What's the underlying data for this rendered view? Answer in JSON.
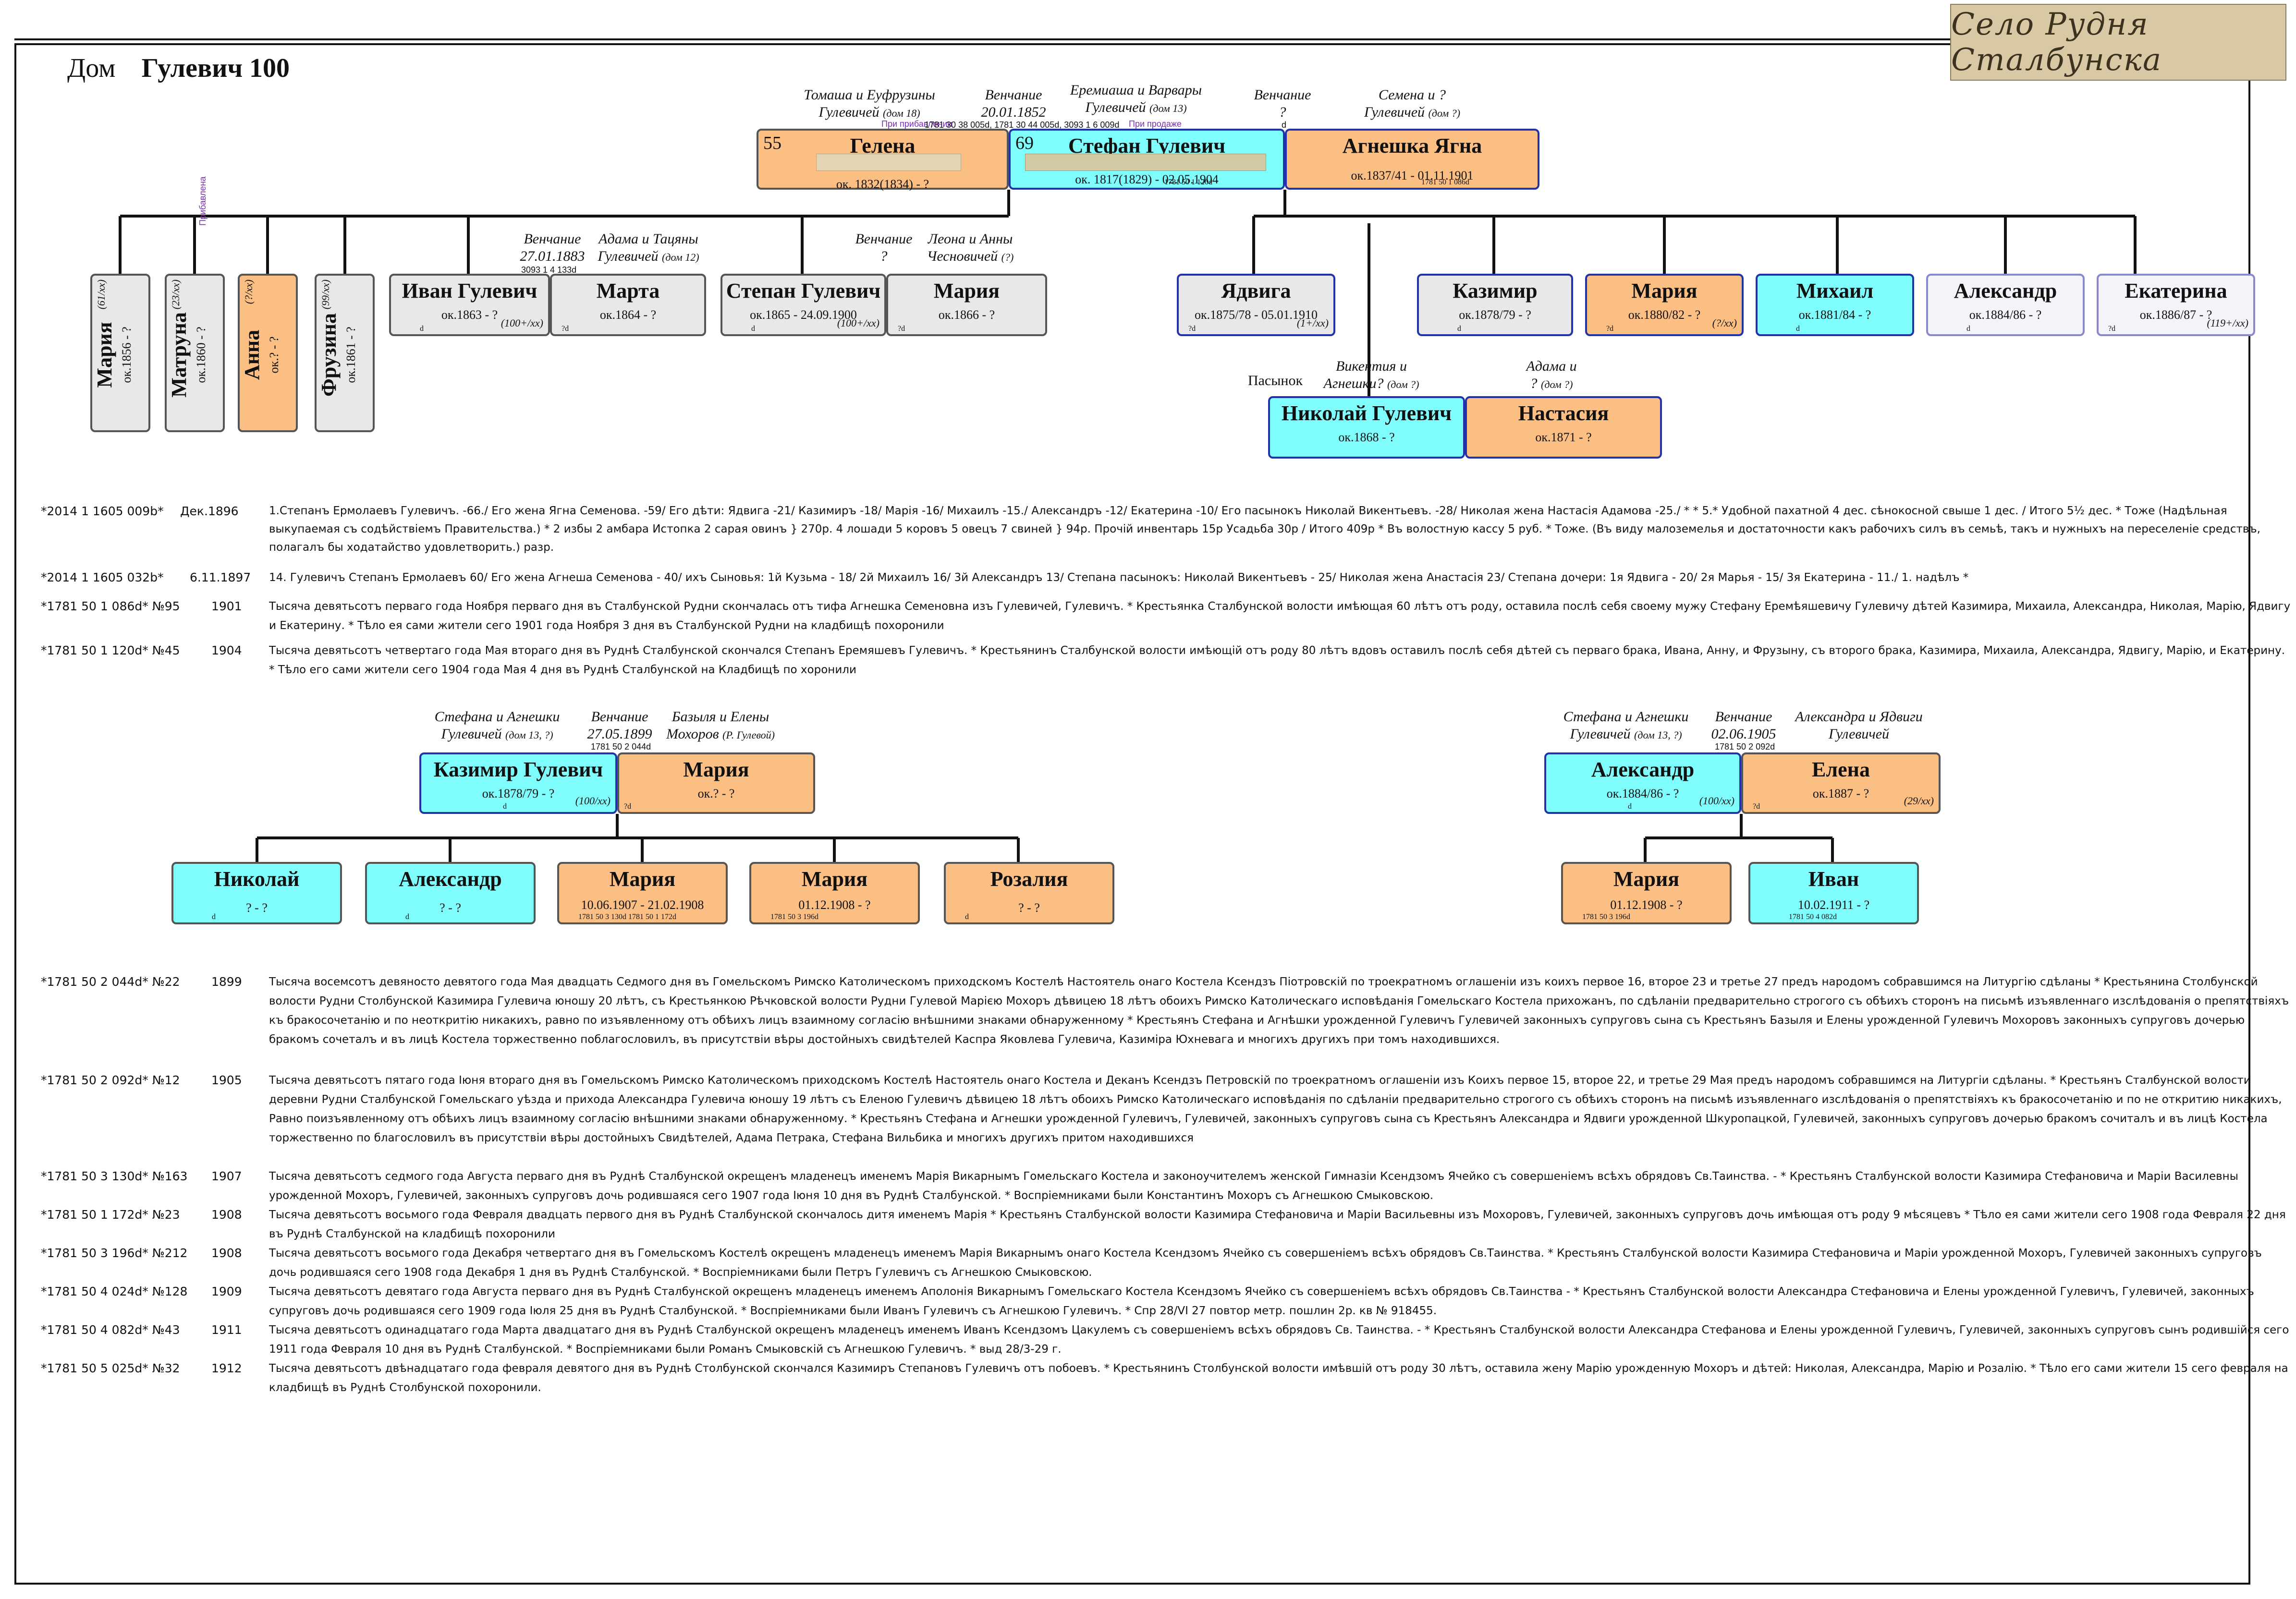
{
  "stamp": "Село Рудня Сталбунска",
  "house": {
    "label": "Дом",
    "name": "Гулевич 100"
  },
  "captions": {
    "gelena_parents": "Томаша и Еуфрузины",
    "gelena_parents2": "Гулевичей",
    "gelena_parents_ref": "(дом 18)",
    "wed1": "Венчание",
    "wed1_date": "20.01.1852",
    "wed1_note": "При прибавлении",
    "wed1_refs": "1781 30 38 005d, 1781 30 44 005d, 3093 1 6 009d",
    "stefan_parents": "Еремиаша и Варвары",
    "stefan_parents2": "Гулевичей",
    "stefan_parents_ref": "(дом 13)",
    "stefan_note": "При продаже",
    "wed2": "Венчание",
    "wed2_date": "?",
    "agn_parents": "Семена и ?",
    "agn_parents2": "Гулевичей",
    "agn_parents_ref": "(дом ?)",
    "d": "d",
    "ivan_wed": "Венчание",
    "ivan_wed_date": "27.01.1883",
    "ivan_wed_ref": "3093 1 4 133d",
    "marta_parents": "Адама и Тацяны",
    "marta_parents2": "Гулевичей",
    "marta_parents_ref": "(дом 12)",
    "stepan_wed": "Венчание",
    "stepan_wed_date": "?",
    "maria2_parents": "Леона и Анны",
    "maria2_parents2": "Чесновичей",
    "maria2_parents_ref": "(?)",
    "pasynok": "Пасынок",
    "nik_parents": "Викентия и",
    "nik_parents2": "Агнешки?",
    "nik_parents_ref": "(дом ?)",
    "nast_parents": "Адама и",
    "nast_parents2": "?",
    "nast_parents_ref": "(дом ?)",
    "pribavlena": "Прибавлена",
    "kaz_parents": "Стефана и Агнешки",
    "kaz_parents2": "Гулевичей",
    "kaz_parents_ref": "(дом 13, ?)",
    "kaz_wed": "Венчание",
    "kaz_wed_date": "27.05.1899",
    "kaz_wed_ref": "1781 50 2 044d",
    "km_parents": "Базыля и Елены",
    "km_parents2": "Мохоров",
    "km_parents_ref": "(Р. Гулевой)",
    "al_parents": "Стефана и Агнешки",
    "al_parents2": "Гулевичей",
    "al_parents_ref": "(дом 13, ?)",
    "al_wed": "Венчание",
    "al_wed_date": "02.06.1905",
    "al_wed_ref": "1781 50 2 092d",
    "el_parents": "Александра и Ядвиги",
    "el_parents2": "Гулевичей"
  },
  "persons": {
    "gelena": {
      "num": "55",
      "name": "Гелена",
      "date": "ок. 1832(1834) - ?"
    },
    "stefan": {
      "num": "69",
      "name": "Стефан Гулевич",
      "date": "ок. 1817(1829) - 02.05.1904",
      "ref": "1781 50 1 120d"
    },
    "agneshka": {
      "name": "Агнешка Ягна",
      "date": "ок.1837/41 - 01.11.1901",
      "ref": "1781 50 1 086d"
    },
    "mariya1": {
      "name": "Мария",
      "date": "ок.1856 - ?",
      "age": "(61/xx)",
      "ref": "?d"
    },
    "matruna": {
      "name": "Матруна",
      "date": "ок.1860 - ?",
      "age": "(23/xx)",
      "ref": "?d"
    },
    "anna": {
      "name": "Анна",
      "date": "ок.? - ?",
      "age": "(?/xx)",
      "ref": "?d"
    },
    "fruzina": {
      "name": "Фрузина",
      "date": "ок.1861 - ?",
      "age": "(99/xx)",
      "ref": "?d"
    },
    "ivan": {
      "name": "Иван Гулевич",
      "date": "ок.1863 - ?",
      "age": "(100+/xx)",
      "ref": "d"
    },
    "marta": {
      "name": "Марта",
      "date": "ок.1864 - ?",
      "ref": "?d"
    },
    "stepan": {
      "name": "Степан Гулевич",
      "date": "ок.1865 - 24.09.1900",
      "age": "(100+/xx)",
      "ref": "d"
    },
    "mariya2": {
      "name": "Мария",
      "date": "ок.1866 - ?",
      "ref": "?d"
    },
    "yadviga": {
      "name": "Ядвига",
      "date": "ок.1875/78 - 05.01.1910",
      "age": "(1+/xx)",
      "ref": "?d"
    },
    "kazimir": {
      "name": "Казимир",
      "date": "ок.1878/79 - ?",
      "ref": "d"
    },
    "mariya3": {
      "name": "Мария",
      "date": "ок.1880/82 - ?",
      "age": "(?/xx)",
      "ref": "?d"
    },
    "mikhail": {
      "name": "Михаил",
      "date": "ок.1881/84 - ?",
      "ref": "d"
    },
    "aleksandr": {
      "name": "Александр",
      "date": "ок.1884/86 - ?",
      "ref": "d"
    },
    "ekaterina": {
      "name": "Екатерина",
      "date": "ок.1886/87 - ?",
      "age": "(119+/xx)",
      "ref": "?d"
    },
    "nikolay": {
      "name": "Николай Гулевич",
      "date": "ок.1868 - ?"
    },
    "nastasia": {
      "name": "Настасия",
      "date": "ок.1871 - ?"
    },
    "kazimir2": {
      "name": "Казимир Гулевич",
      "date": "ок.1878/79 - ?",
      "age": "(100/xx)",
      "ref": "d"
    },
    "mariya_k": {
      "name": "Мария",
      "date": "ок.? - ?",
      "ref": "?d"
    },
    "aleksandr2": {
      "name": "Александр",
      "date": "ок.1884/86 - ?",
      "age": "(100/xx)",
      "ref": "d"
    },
    "elena": {
      "name": "Елена",
      "date": "ок.1887 - ?",
      "age": "(29/xx)",
      "ref": "?d"
    },
    "k_nikolay": {
      "name": "Николай",
      "date": "? - ?",
      "ref": "d"
    },
    "k_aleksandr": {
      "name": "Александр",
      "date": "? - ?",
      "ref": "d"
    },
    "k_mariya1": {
      "name": "Мария",
      "date": "10.06.1907 - 21.02.1908",
      "ref": "1781 50 3 130d    1781 50 1 172d"
    },
    "k_mariya2": {
      "name": "Мария",
      "date": "01.12.1908 - ?",
      "ref": "1781 50 3 196d"
    },
    "k_rozaliya": {
      "name": "Розалия",
      "date": "? - ?",
      "ref": "d"
    },
    "a_mariya": {
      "name": "Мария",
      "date": "01.12.1908 - ?",
      "ref": "1781 50 3 196d"
    },
    "a_ivan": {
      "name": "Иван",
      "date": "10.02.1911 - ?",
      "ref": "1781 50 4 082d"
    }
  },
  "records_top": [
    {
      "code": "*2014 1 1605 009b*",
      "year": "Дек.1896",
      "text": "1.Степанъ Ермолаевъ Гулевичъ. -66./ Его жена Ягна Семенова. -59/ Его дѣти: Ядвига -21/ Казимиръ -18/ Марія -16/ Михаилъ -15./ Александръ -12/ Екатерина -10/ Его пасынокъ Николай Викентьевъ. -28/ Николая жена Настасія Адамова -25./ * * 5.* Удобной пахатной 4 дес. сѣнокосной свыше 1 дес. / Итого 5½ дес. * Тоже (Надѣльная выкупаемая съ содѣйствіемъ Правительства.) * 2 избы 2 амбара Истопка 2 сарая овинъ } 270р. 4 лошади 5 коровъ 5 овецъ 7 свиней } 94р. Прочій инвентарь 15р Усадьба 30р / Итого 409р * Въ волостную кассу 5 руб. * Тоже. (Въ виду малоземелья и достаточности какъ рабочихъ силъ въ семьѣ, такъ и нужныхъ на переселеніе средствъ, полагалъ бы ходатайство удовлетворить.) разр."
    },
    {
      "code": "*2014 1 1605 032b*",
      "year": "6.11.1897",
      "text": "14. Гулевичъ Степанъ Ермолаевъ 60/ Его жена Агнеша Семенова - 40/ ихъ Сыновья: 1й Кузьма - 18/ 2й Михаилъ 16/ 3й Александръ 13/ Степана пасынокъ: Николай Викентьевъ - 25/ Николая жена Анастасія 23/ Степана дочери: 1я Ядвига - 20/ 2я Марья - 15/ 3я Екатерина - 11./ 1. надѣлъ *"
    },
    {
      "code": "*1781 50 1 086d* №95",
      "year": "1901",
      "text": "Тысяча девятьсотъ перваго года Ноября перваго дня въ Сталбунской Рудни скончалась отъ тифа Агнешка Семеновна изъ Гулевичей, Гулевичъ. * Крестьянка Сталбунской волости имѣющая 60 лѣтъ отъ роду, оставила послѣ себя своему мужу Стефану Еремѣяшевичу Гулевичу дѣтей Казимира, Михаила, Александра, Николая, Марію, Ядвигу и Екатерину. * Тѣло ея сами жители сего 1901 года Ноября 3 дня въ Сталбунской Рудни на кладбищѣ похоронили"
    },
    {
      "code": "*1781 50 1 120d* №45",
      "year": "1904",
      "text": "Тысяча девятьсотъ четвертаго года Мая втораго дня въ Руднѣ Сталбунской скончался Степанъ Еремяшевъ Гулевичъ. * Крестьянинъ Сталбунской волости имѣющій отъ роду 80 лѣтъ вдовъ оставилъ послѣ себя дѣтей съ перваго брака, Ивана, Анну, и Фрузыну, съ второго брака, Казимира, Михаила, Александра, Ядвигу, Марію, и Екатерину. * Тѣло его сами жители сего 1904 года Мая 4 дня въ Руднѣ Сталбунской на Кладбищѣ по хоронили"
    }
  ],
  "records_bottom": [
    {
      "code": "*1781 50 2 044d* №22",
      "year": "1899",
      "text": "Тысяча восемсотъ девяносто девятого года Мая двадцать Седмого дня въ Гомельскомъ Римско Католическомъ приходскомъ Костелѣ Настоятель онаго Костела Ксендзъ Піотровскій по троекратномъ оглашеніи изъ коихъ первое 16, второе 23 и третье 27 предъ народомъ собравшимся на Литургію сдѣланы * Крестьянина Столбунской волости Рудни Столбунской Казимира Гулевича юношу 20 лѣтъ, съ Крестьянкою Рѣчковской волости Рудни Гулевой Марією Мохоръ дѣвицею 18 лѣтъ обоихъ Римско Католическаго исповѣданія Гомельскаго Костела прихожанъ, по сдѣланіи предварительно строгого съ обѣихъ сторонъ на письмѣ изъявленнаго изслѣдованія о препятствіяхъ къ бракосочетанію и по неоткритію никакихъ, равно по изъявленному отъ обѣихъ лицъ взаимному согласію внѣшними знаками обнаруженному * Крестьянъ Стефана и Агнѣшки урожденной Гулевичъ Гулевичей законныхъ супруговъ сына съ Крестьянъ Базыля и Елены урожденной Гулевичъ Мохоровъ законныхъ супруговъ дочерью бракомъ сочеталъ и въ лицѣ Костела торжественно поблагословилъ, въ присутствіи вѣры достойныхъ свидѣтелей Каспра Яковлева Гулевича, Казиміра Юхневага и многихъ другихъ при томъ находившихся."
    },
    {
      "code": "*1781 50 2 092d* №12",
      "year": "1905",
      "text": "Тысяча девятьсотъ пятаго года Іюня втораго дня въ Гомельскомъ Римско Католическомъ приходскомъ Костелѣ Настоятель онаго Костела и Деканъ Ксендзъ Петровскій по троекратномъ оглашеніи изъ Коихъ первое 15, второе 22, и третье 29 Мая предъ народомъ собравшимся на Литургіи сдѣланы. * Крестьянъ Сталбунской волости деревни Рудни Сталбунской Гомельскаго уѣзда и прихода Александра Гулевича юношу 19 лѣтъ съ Еленою Гулевичъ дѣвицею 18 лѣтъ обоихъ Римско Католическаго исповѣданія по сдѣланіи предварительно строгого съ обѣихъ сторонъ на письмѣ изъявленнаго изслѣдованія о препятствіяхъ къ бракосочетанію и по не откритию никакихъ, Равно поизъявленному отъ обѣихъ лицъ взаимному согласію внѣшними знаками обнаруженному. * Крестьянъ Стефана и Агнешки урожденной Гулевичъ, Гулевичей, законныхъ супруговъ сына съ Крестьянъ Александра и Ядвиги урожденной Шкуропацкой, Гулевичей, законныхъ супруговъ дочерью бракомъ сочиталъ и въ лицѣ Костела торжественно по благословилъ въ присутствіи вѣры достойныхъ Свидѣтелей, Адама Петрака, Стефана Вильбика и многихъ другихъ притом находившихся"
    },
    {
      "code": "*1781 50 3 130d* №163",
      "year": "1907",
      "text": "Тысяча девятьсотъ седмого года Августа перваго дня въ Руднѣ Сталбунской окрещенъ младенецъ именемъ Марія Викарнымъ Гомельскаго Костела и законоучителемъ женской Гимназіи Ксендзомъ Ячейко съ совершеніемъ всѣхъ обрядовъ Св.Таинства. - * Крестьянъ Сталбунской волости Казимира Стефановича и Маріи Василевны урожденной Мохоръ, Гулевичей, законныхъ супруговъ дочь родившаяся сего 1907 года Іюня 10 дня въ Руднѣ Сталбунской. * Воспріемниками были Константинъ Мохоръ съ Агнешкою Смыковскою."
    },
    {
      "code": "*1781 50 1 172d* №23",
      "year": "1908",
      "text": "Тысяча девятьсотъ восьмого года Февраля двадцать первого дня въ Руднѣ Сталбунской скончалось дитя именемъ Марія * Крестьянъ Сталбунской волости Казимира Стефановича и Маріи Васильевны изъ Мохоровъ, Гулевичей, законныхъ супруговъ дочь имѣющая отъ роду 9 мѣсяцевъ * Тѣло ея сами жители сего 1908 года Февраля 22 дня въ Руднѣ Сталбунской на кладбищѣ похоронили"
    },
    {
      "code": "*1781 50 3 196d* №212",
      "year": "1908",
      "text": "Тысяча девятьсотъ восьмого года Декабря четвертаго дня въ Гомельскомъ Костелѣ окрещенъ младенецъ именемъ Марія Викарнымъ онаго Костела Ксендзомъ Ячейко съ совершеніемъ всѣхъ обрядовъ Св.Таинства. * Крестьянъ Сталбунской волости Казимира Стефановича и Маріи урожденной Мохоръ, Гулевичей законныхъ супруговъ дочь родившаяся сего 1908 года Декабря 1 дня въ Руднѣ Сталбунской. * Воспріемниками были Петръ Гулевичъ съ Агнешкою Смыковскою."
    },
    {
      "code": "*1781 50 4 024d* №128",
      "year": "1909",
      "text": "Тысяча девятьсотъ девятаго года Августа перваго дня въ Руднѣ Сталбунской окрещенъ младенецъ именемъ Аполонія Викарнымъ Гомельскаго Костела Ксендзомъ Ячейко съ совершеніемъ всѣхъ обрядовъ Св.Таинства - * Крестьянъ Сталбунской волости Александра Стефановича и Елены урожденной Гулевичъ, Гулевичей, законныхъ супруговъ дочь родившаяся сего 1909 года Іюля 25 дня въ Руднѣ Сталбунской. * Воспріемниками были Иванъ Гулевичъ съ Агнешкою Гулевичъ. * Спр 28/VI 27 повтор метр. пошлин 2р. кв № 918455."
    },
    {
      "code": "*1781 50 4 082d* №43",
      "year": "1911",
      "text": "Тысяча девятьсотъ одинадцатаго года Марта двадцатаго дня въ Руднѣ Сталбунской окрещенъ младенецъ именемъ Иванъ Ксендзомъ Цакулемъ съ совершеніемъ всѣхъ обрядовъ Св. Таинства. - * Крестьянъ Сталбунской волости Александра Стефанова и Елены урожденной Гулевичъ, Гулевичей, законныхъ супруговъ сынъ родившійся сего 1911 года Февраля 10 дня въ Руднѣ Сталбунской. * Воспріемниками были Романъ Смыковскій съ Агнешкою Гулевичъ. * выд 28/3-29 г."
    },
    {
      "code": "*1781 50 5 025d* №32",
      "year": "1912",
      "text": "Тысяча девятьсотъ двѣнадцатаго года февраля девятого дня въ Руднѣ Столбунской скончался Казимиръ Степановъ Гулевичъ отъ побоевъ. * Крестьянинъ Столбунской волости имѣвшій отъ роду 30 лѣтъ, оставила жену Марію урожденную Мохоръ и дѣтей: Николая, Александра, Марію и Розалію. * Тѣло его сами жители 15 сего февраля на кладбищѣ въ Руднѣ Столбунской похоронили."
    }
  ],
  "colors": {
    "female": "#fbbf83",
    "male": "#7ffdfd",
    "unknown": "#e8e8e8",
    "accent_red": "#c0202a",
    "accent_purple": "#7a2fb0"
  }
}
